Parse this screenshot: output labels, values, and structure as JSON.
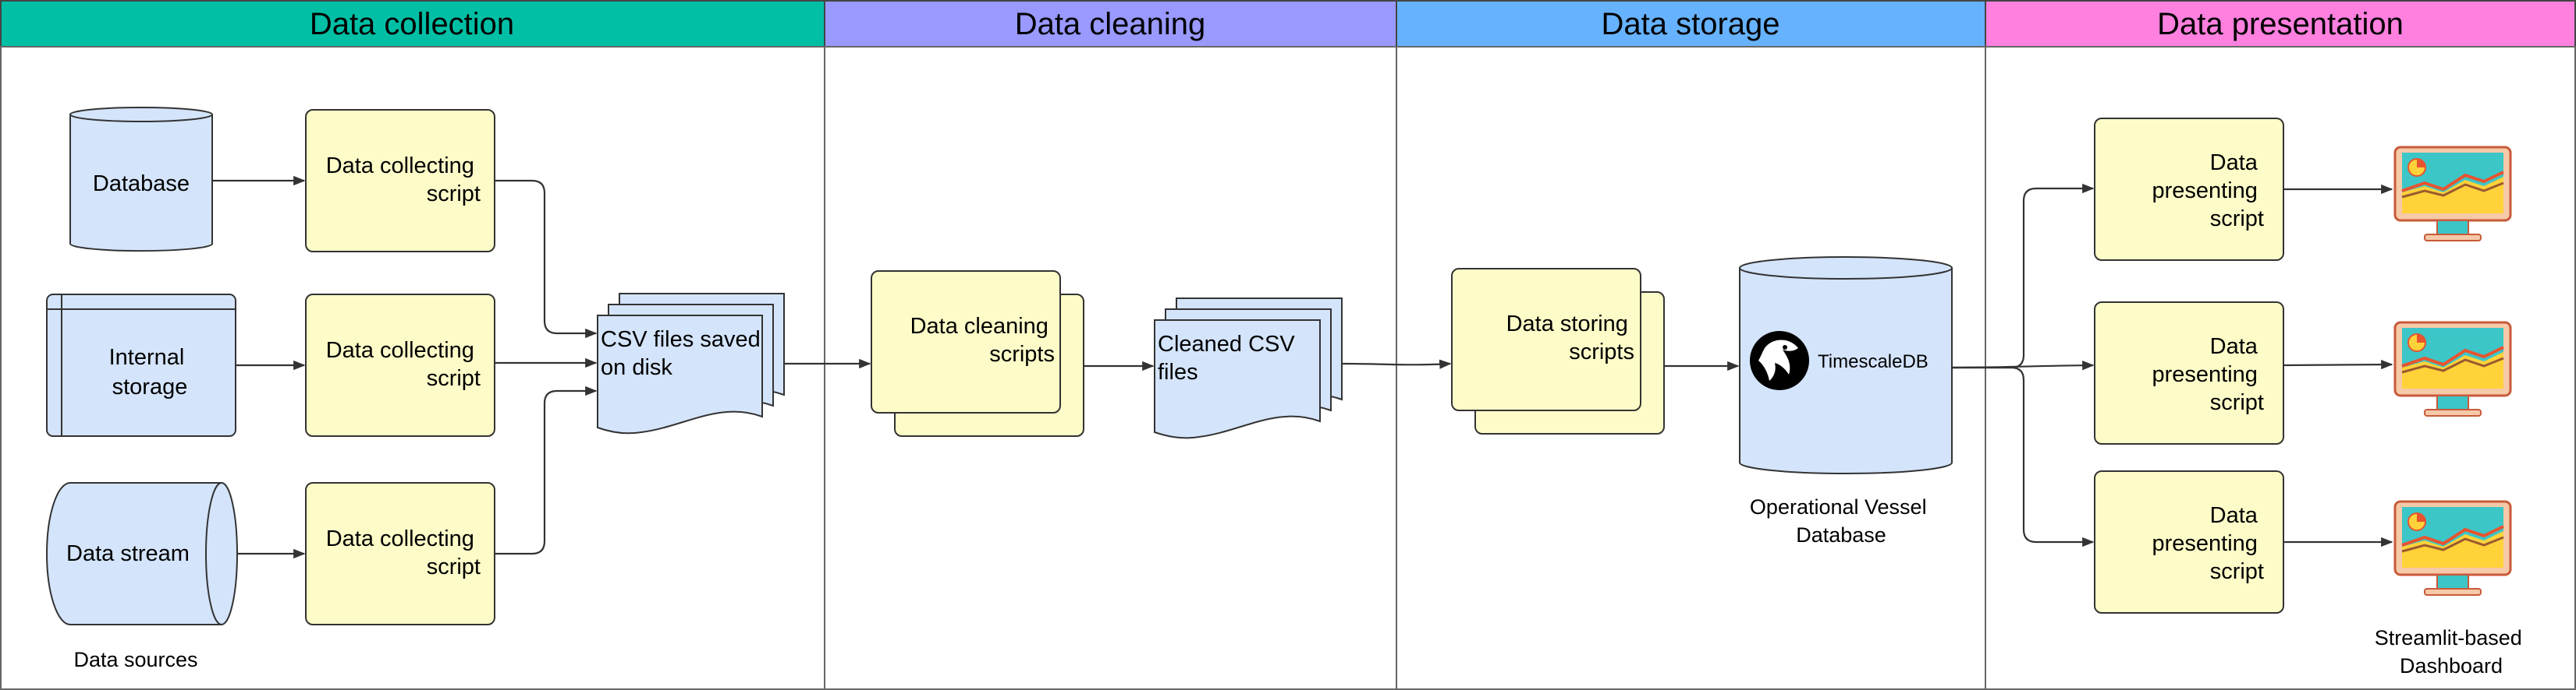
{
  "colors": {
    "collection": "#00bfa5",
    "cleaning": "#9999ff",
    "storage": "#66b2ff",
    "presentation": "#ff80df",
    "source_fill": "#d4e4fb",
    "script_fill": "#fdfcc8",
    "stroke": "#333333",
    "border": "#666666"
  },
  "lanes": {
    "collection": {
      "title": "Data collection"
    },
    "cleaning": {
      "title": "Data cleaning"
    },
    "storage": {
      "title": "Data storage"
    },
    "presentation": {
      "title": "Data presentation"
    }
  },
  "sources": {
    "database": "Database",
    "internal_storage": [
      "Internal",
      "storage"
    ],
    "data_stream": "Data stream",
    "caption": "Data sources"
  },
  "collecting_script": [
    "Data collecting",
    "script"
  ],
  "csv_files": [
    "CSV files saved",
    "on disk"
  ],
  "cleaning_scripts": [
    "Data cleaning",
    "scripts"
  ],
  "cleaned_csv": [
    "Cleaned CSV",
    "files"
  ],
  "storing_scripts": [
    "Data storing",
    "scripts"
  ],
  "database": {
    "brand": "TimescaleDB",
    "caption": [
      "Operational Vessel",
      "Database"
    ],
    "logo_icon": "timescale-tiger-icon"
  },
  "presenting_script": [
    "Data",
    "presenting",
    "script"
  ],
  "dashboard": {
    "icon": "monitor-chart-icon",
    "caption": [
      "Streamlit-based",
      "Dashboard"
    ]
  }
}
